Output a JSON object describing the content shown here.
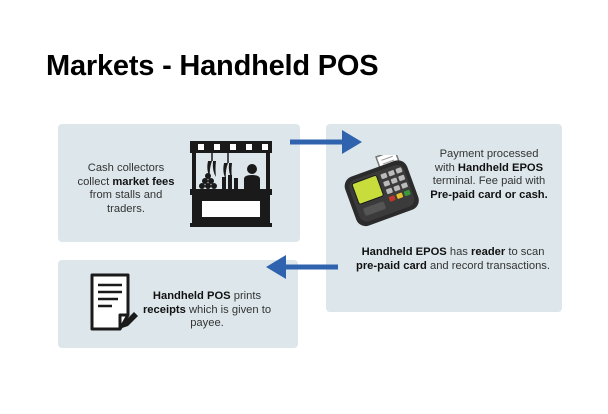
{
  "title": "Markets - Handheld POS",
  "steps": [
    {
      "parts": [
        {
          "text": "Cash collectors collect ",
          "bold": false
        },
        {
          "text": "market fees",
          "bold": true
        },
        {
          "text": " from stalls and traders.",
          "bold": false
        }
      ],
      "icon": "market-stall-icon"
    },
    {
      "parts": [
        {
          "text": "Payment processed with ",
          "bold": false
        },
        {
          "text": "Handheld EPOS",
          "bold": true
        },
        {
          "text": " terminal. Fee paid with ",
          "bold": false
        },
        {
          "text": "Pre-paid card or cash.",
          "bold": true
        }
      ],
      "icon": "pos-terminal-icon"
    },
    {
      "parts": [
        {
          "text": "Handheld EPOS",
          "bold": true
        },
        {
          "text": " has ",
          "bold": false
        },
        {
          "text": "reader",
          "bold": true
        },
        {
          "text": " to scan ",
          "bold": false
        },
        {
          "text": "pre-paid card",
          "bold": true
        },
        {
          "text": " and record transactions.",
          "bold": false
        }
      ]
    },
    {
      "parts": [
        {
          "text": "Handheld POS",
          "bold": true
        },
        {
          "text": " prints ",
          "bold": false
        },
        {
          "text": "receipts",
          "bold": true
        },
        {
          "text": " which is given to payee.",
          "bold": false
        }
      ],
      "icon": "receipt-icon"
    }
  ],
  "colors": {
    "box": "#dde7eb",
    "arrow": "#2f63ad",
    "screen": "#c8dd3c",
    "keypad_red": "#c0392b",
    "keypad_green": "#3a9b3a",
    "keypad_yellow": "#e5c02b"
  }
}
